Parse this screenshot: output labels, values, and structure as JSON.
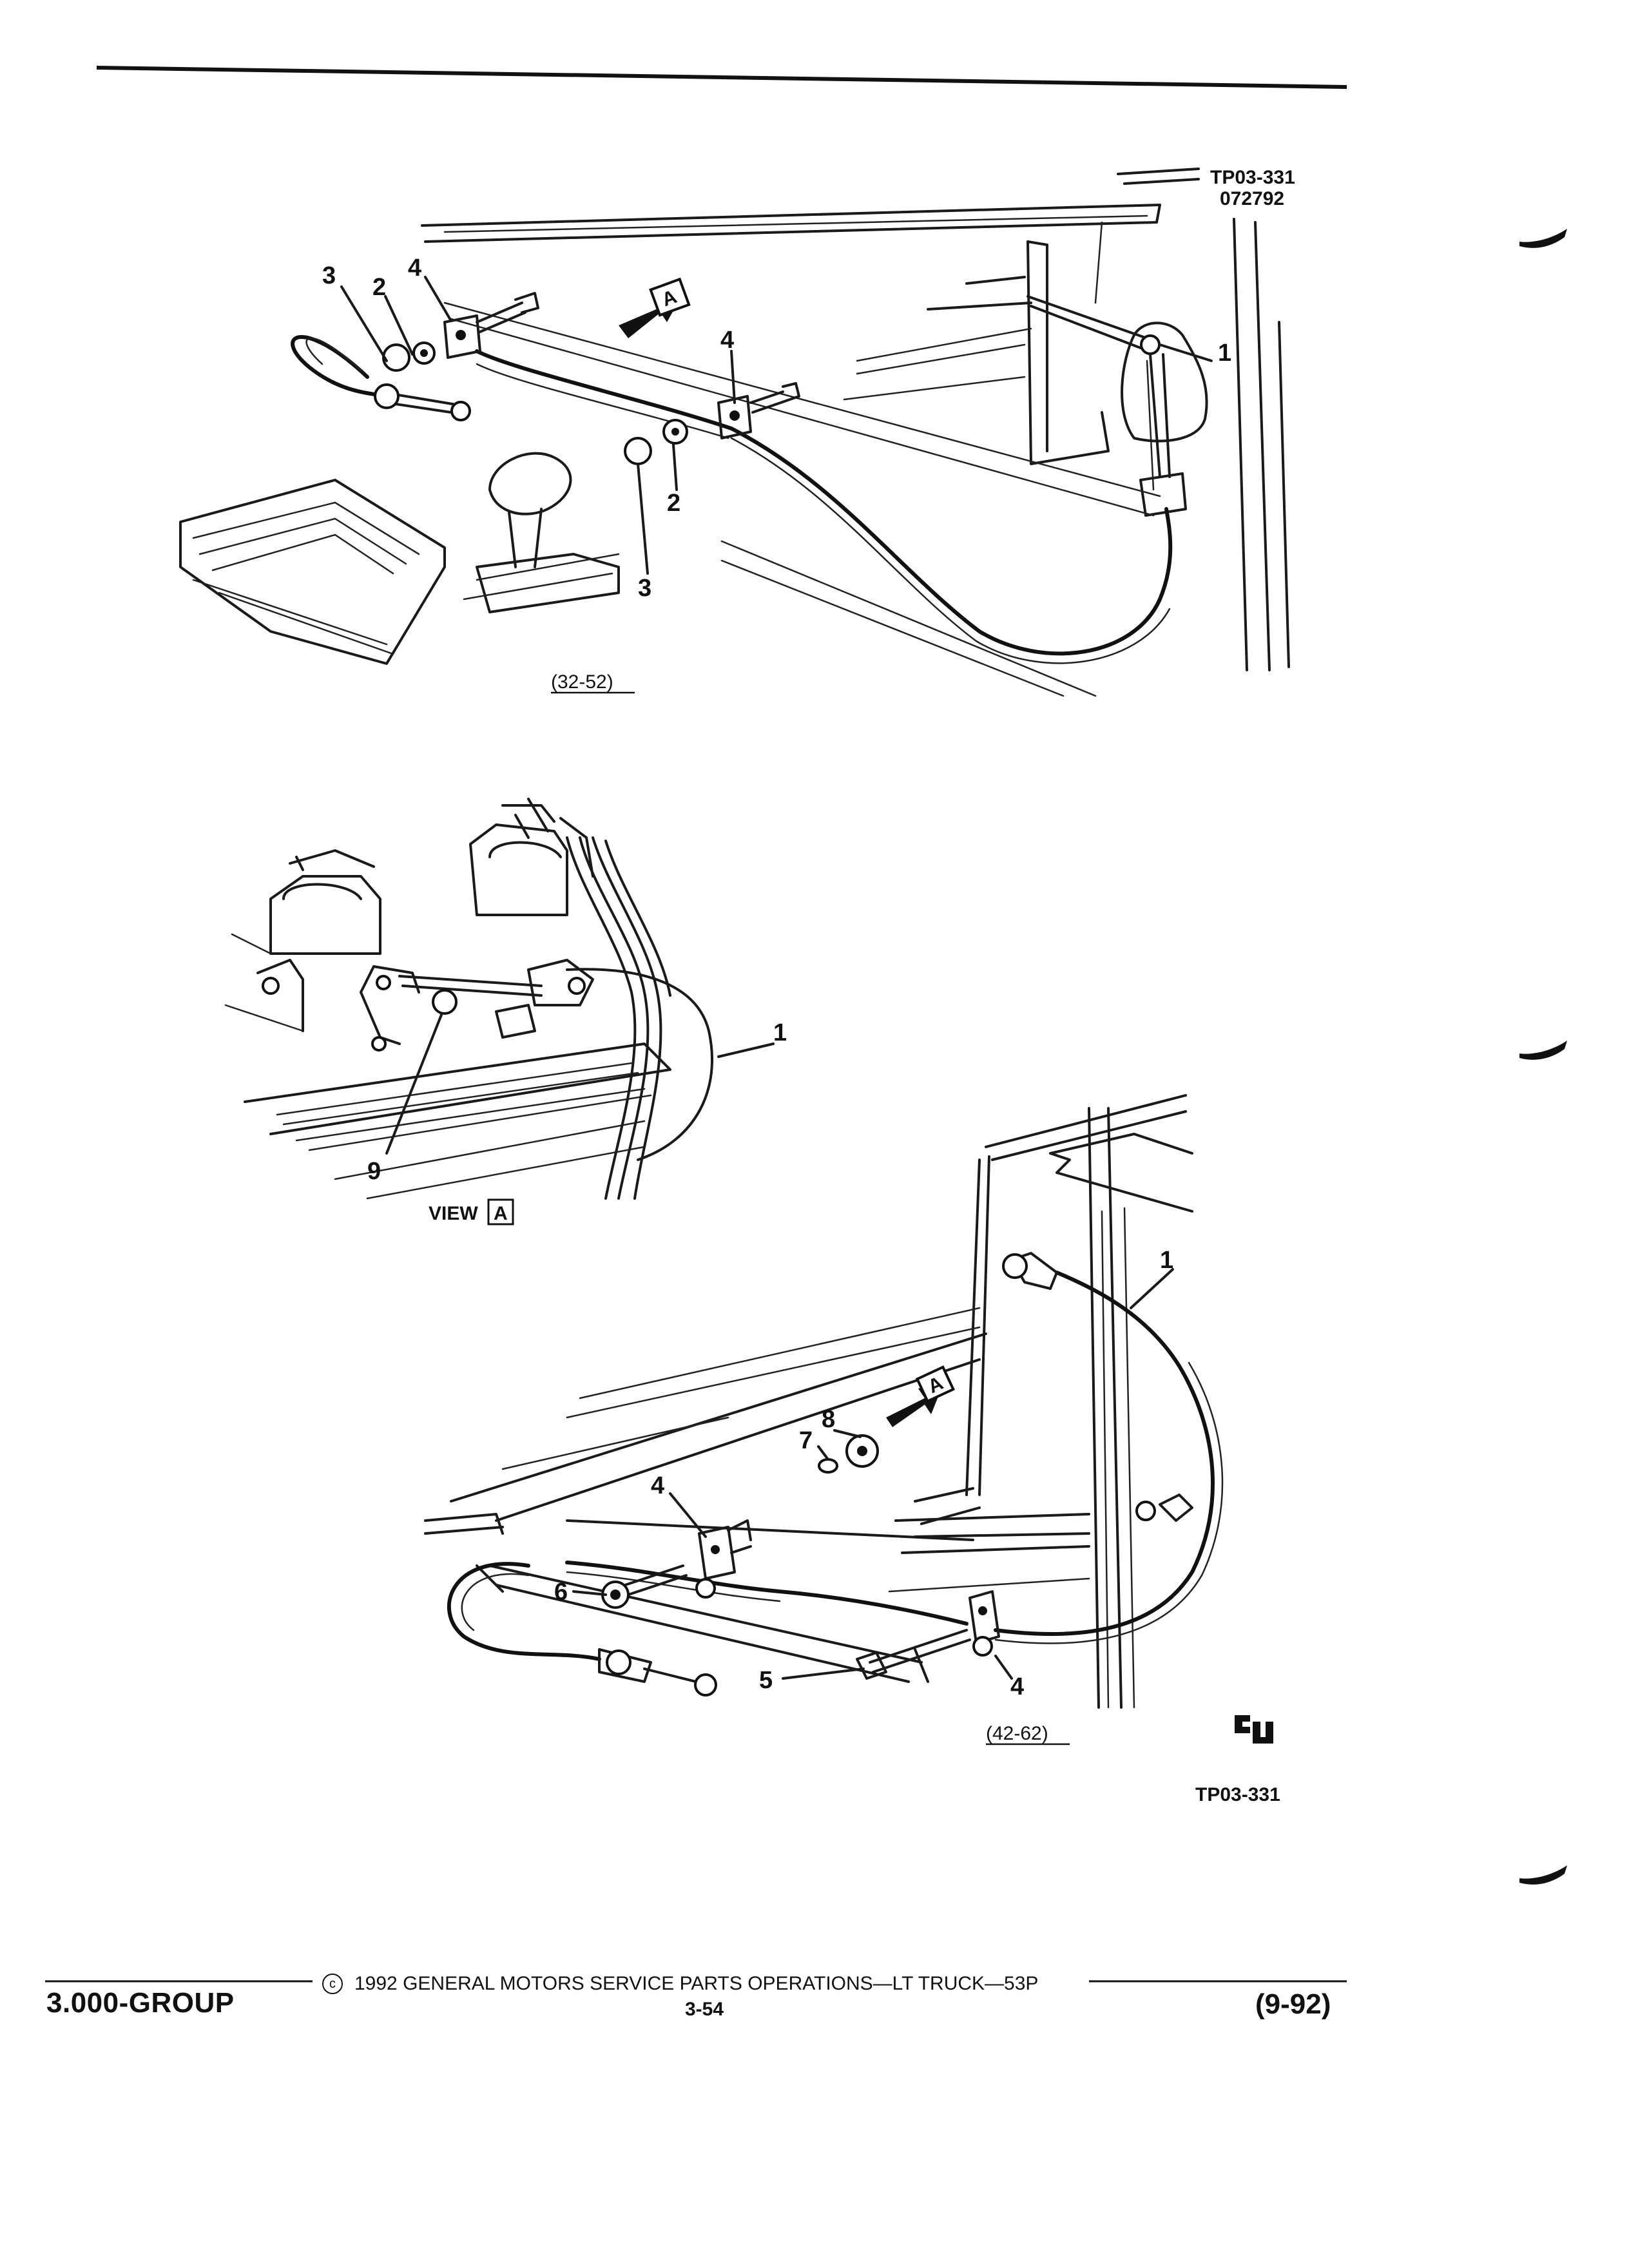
{
  "figure": {
    "id_top": "TP03-331",
    "date_code": "072792",
    "id_bottom": "TP03-331"
  },
  "diagrams": [
    {
      "callouts": [
        "3",
        "2",
        "4",
        "4",
        "1",
        "2",
        "3"
      ],
      "caption": "(32-52)"
    },
    {
      "callouts": [
        "9",
        "1"
      ],
      "view_label": "VIEW",
      "view_letter": "A"
    },
    {
      "callouts": [
        "1",
        "8",
        "7",
        "4",
        "6",
        "5",
        "4"
      ],
      "caption": "(42-62)"
    }
  ],
  "footer": {
    "copyright": "1992 GENERAL MOTORS SERVICE PARTS OPERATIONS—LT TRUCK—53P",
    "group": "3.000-GROUP",
    "page": "3-54",
    "revision": "(9-92)"
  }
}
